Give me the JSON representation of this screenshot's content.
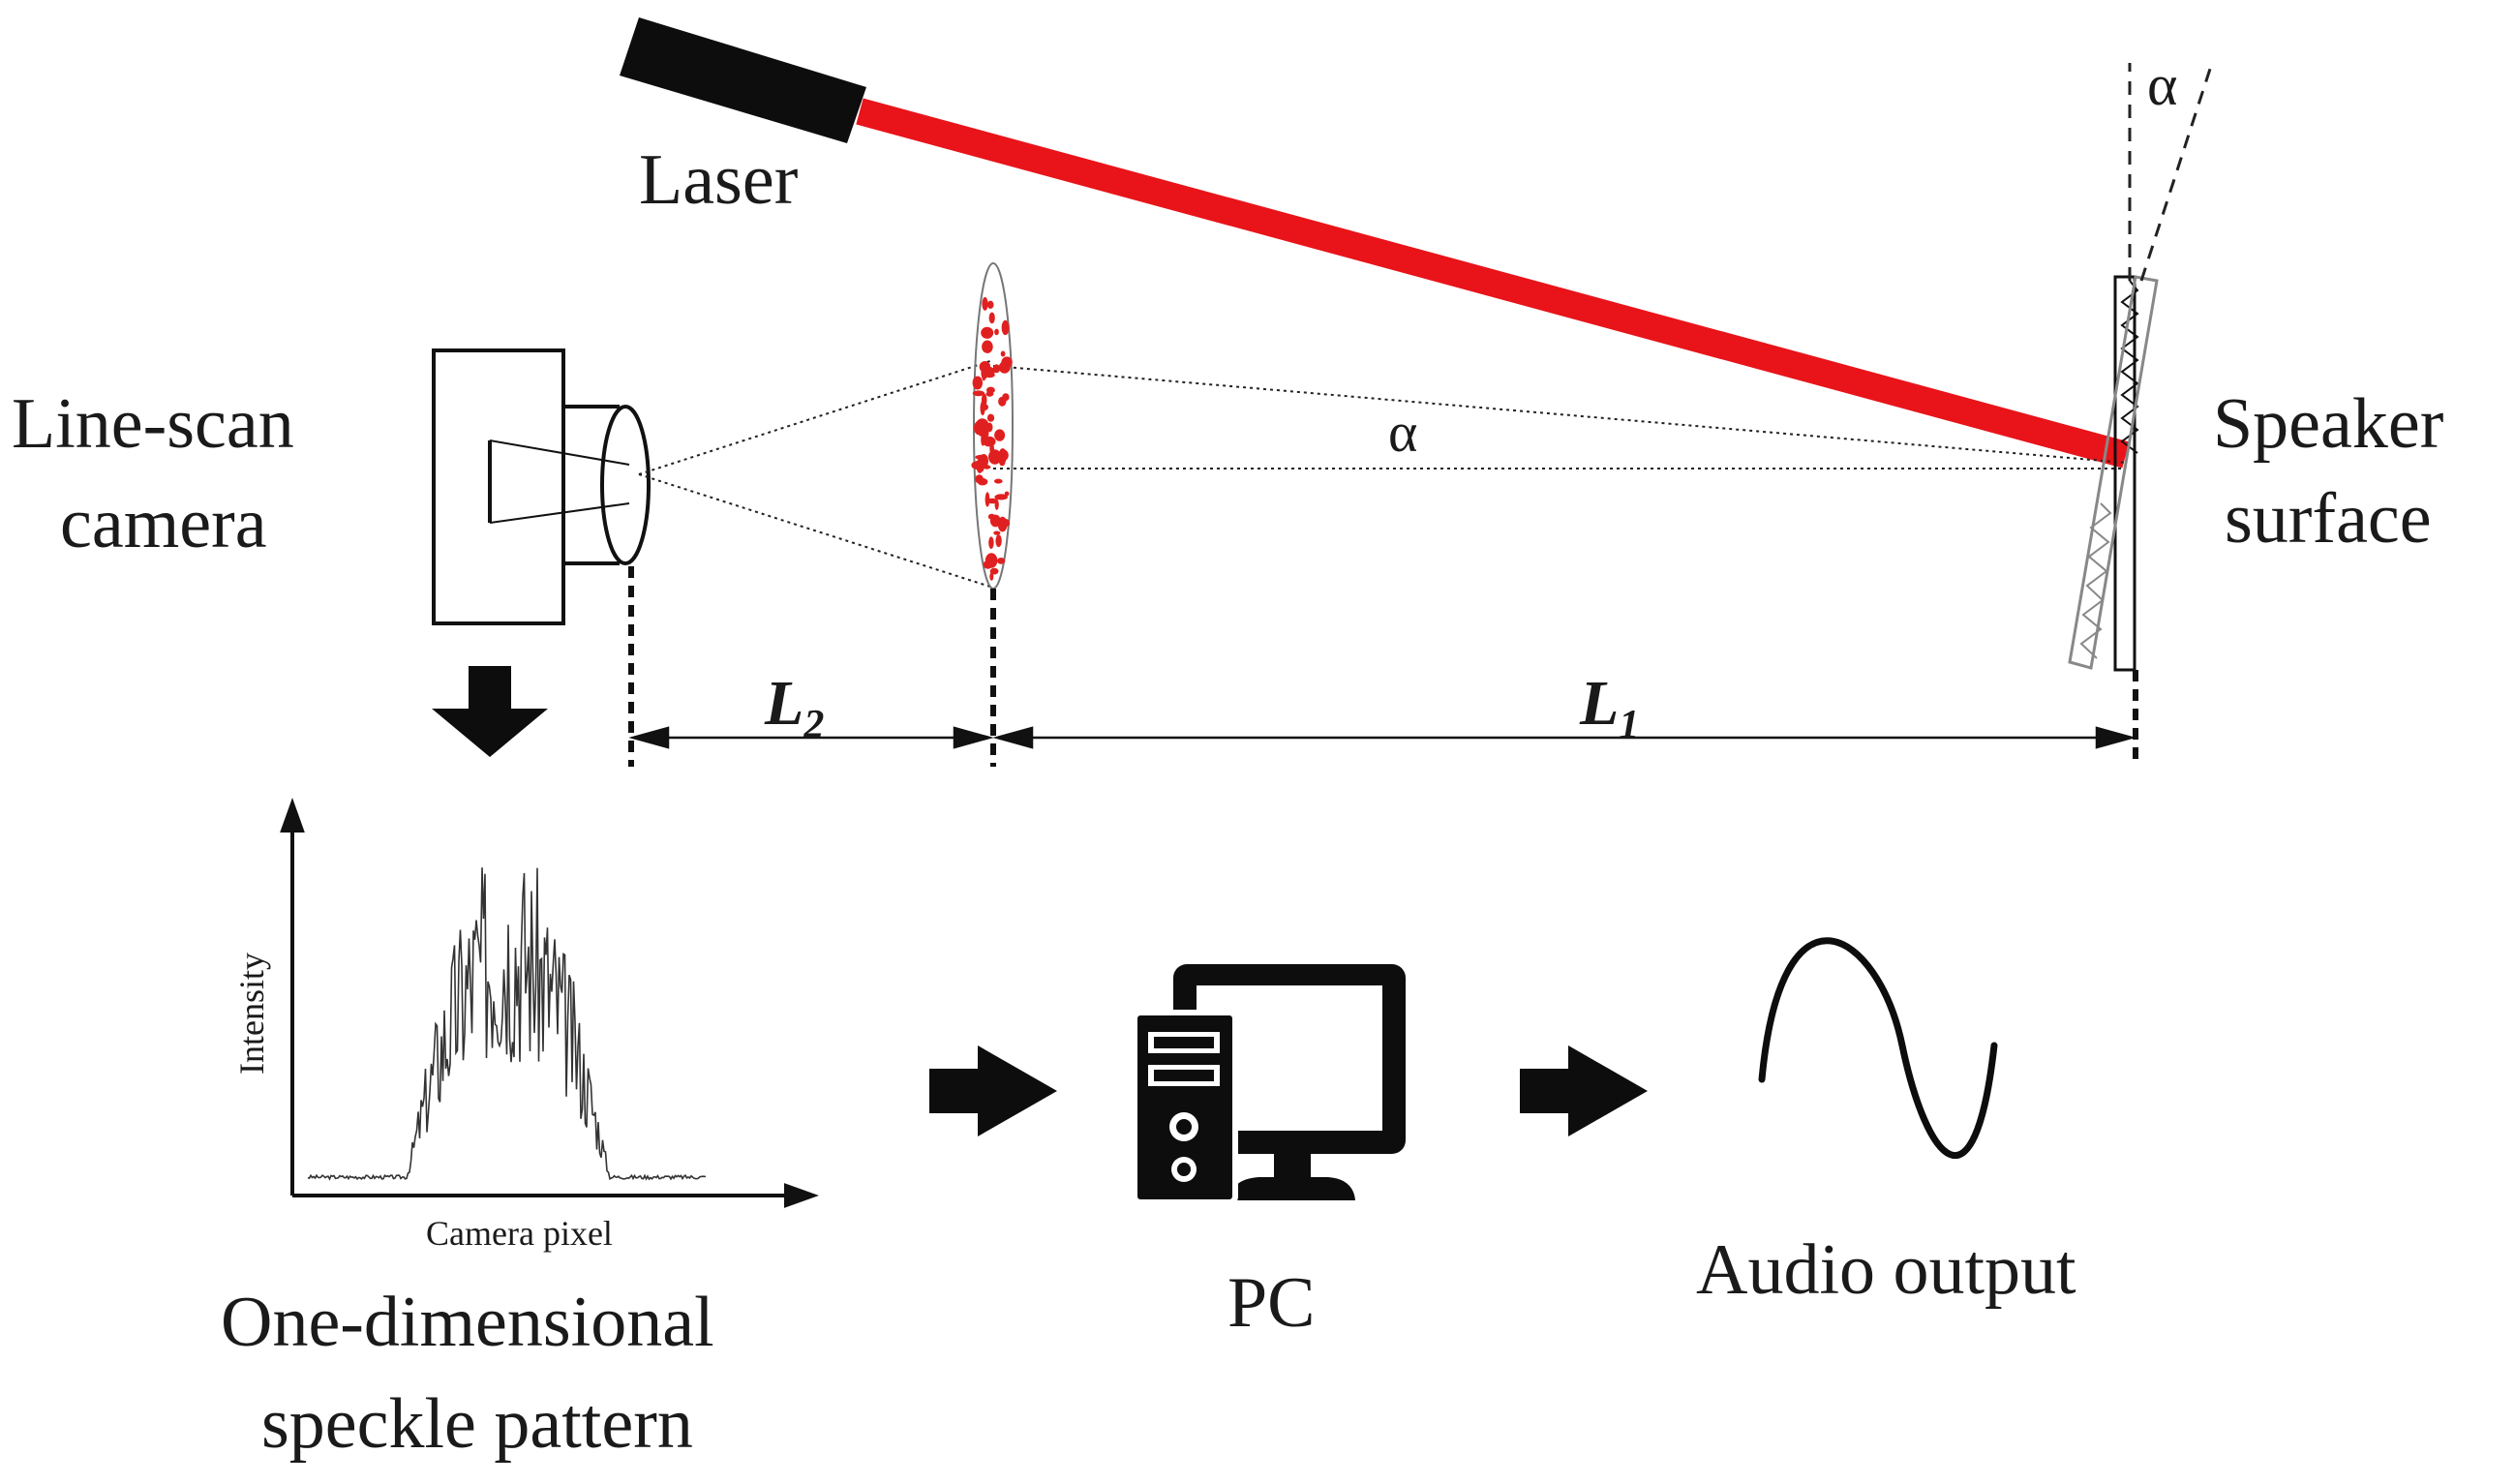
{
  "labels": {
    "laser": "Laser",
    "camera_line1": "Line-scan",
    "camera_line2": "camera",
    "speaker_line1": "Speaker",
    "speaker_line2": "surface",
    "alpha_top": "α",
    "alpha_mid": "α",
    "dim_l2": "L",
    "dim_l2_sub": "2",
    "dim_l1": "L",
    "dim_l1_sub": "1",
    "plot_ylabel": "Intensity",
    "plot_xlabel": "Camera pixel",
    "speckle_line1": "One-dimensional",
    "speckle_line2": "speckle pattern",
    "pc": "PC",
    "audio": "Audio output"
  },
  "icons": {
    "laser": "laser-icon",
    "camera": "line-scan-camera-icon",
    "pc": "computer-icon",
    "sine": "sine-wave-icon",
    "arrow": "arrow-right-icon"
  },
  "colors": {
    "beam": "#e8141a",
    "speckle": "#e02020",
    "ink": "#111111"
  }
}
